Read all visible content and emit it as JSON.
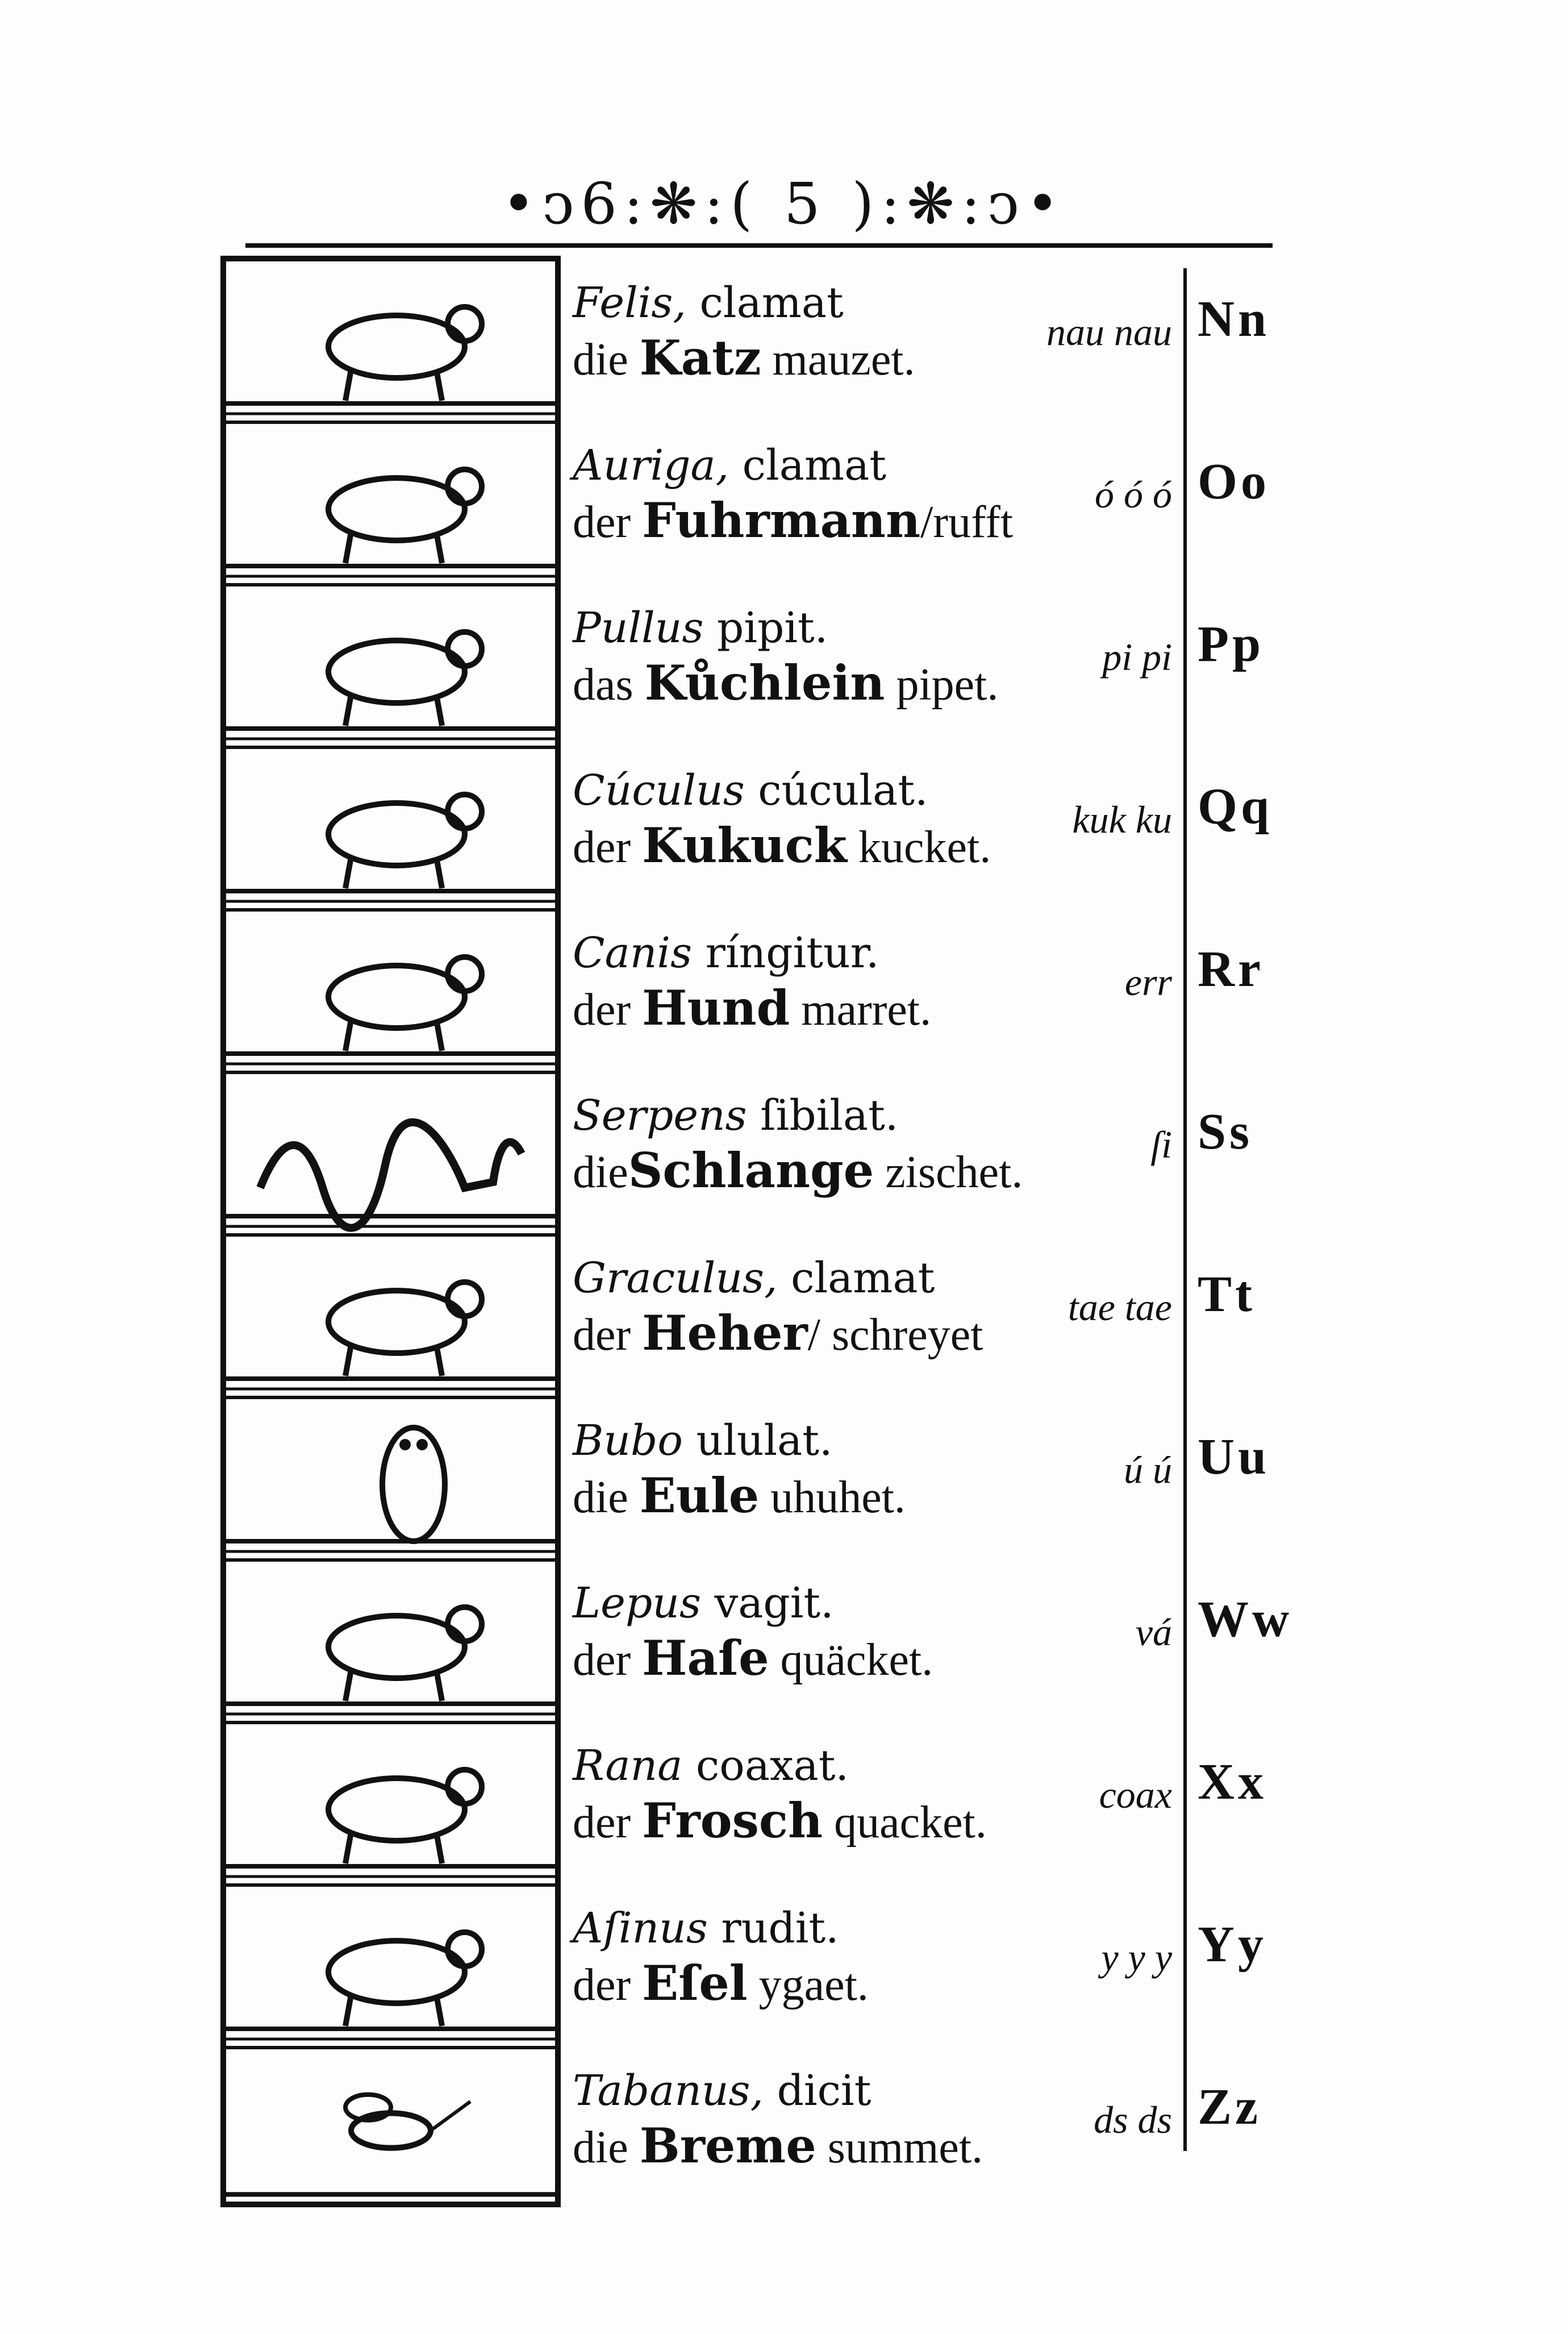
{
  "header": {
    "page_number": "( 5 )",
    "ornament_left": "•ↄ6:❋:",
    "ornament_right": ":❋:ↄ•"
  },
  "rows": [
    {
      "animal": "cat",
      "latin_name": "Felis,",
      "latin_verb": " clamat",
      "article": "die ",
      "noun": "Katz",
      "verb": " mauzet.",
      "sound": "nau nau",
      "letter": "Nn"
    },
    {
      "animal": "carter",
      "latin_name": "Auriga,",
      "latin_verb": " clamat",
      "article": "der ",
      "noun": "Fuhrmann",
      "verb": "/rufft",
      "sound": "ó ó ó",
      "letter": "Oo"
    },
    {
      "animal": "chick",
      "latin_name": "Pullus",
      "latin_verb": " pipit.",
      "article": "das ",
      "noun": "Kůchlein",
      "verb": " pipet.",
      "sound": "pi pi",
      "letter": "Pp"
    },
    {
      "animal": "cuckoo",
      "latin_name": "Cúculus",
      "latin_verb": " cúculat.",
      "article": "der ",
      "noun": "Kukuck",
      "verb": " kucket.",
      "sound": "kuk ku",
      "letter": "Qq"
    },
    {
      "animal": "dog",
      "latin_name": "Canis",
      "latin_verb": " ríngitur.",
      "article": "der ",
      "noun": "Hund",
      "verb": " marret.",
      "sound": "err",
      "letter": "Rr"
    },
    {
      "animal": "serpent",
      "latin_name": "Serpens",
      "latin_verb": " ſibilat.",
      "article": "die",
      "noun": "Schlange",
      "verb": " zischet.",
      "sound": "ſi",
      "letter": "Ss"
    },
    {
      "animal": "jay",
      "latin_name": "Graculus,",
      "latin_verb": " clamat",
      "article": "der ",
      "noun": "Heher",
      "verb": "/ schreyet",
      "sound": "tae tae",
      "letter": "Tt"
    },
    {
      "animal": "owl",
      "latin_name": "Bubo",
      "latin_verb": " ululat.",
      "article": "die ",
      "noun": "Eule",
      "verb": " uhuhet.",
      "sound": "ú ú",
      "letter": "Uu"
    },
    {
      "animal": "hare",
      "latin_name": "Lepus",
      "latin_verb": " vagit.",
      "article": "der ",
      "noun": "Haſe",
      "verb": " quäcket.",
      "sound": "vá",
      "letter": "Ww"
    },
    {
      "animal": "frog",
      "latin_name": "Rana",
      "latin_verb": " coaxat.",
      "article": "der ",
      "noun": "Frosch",
      "verb": " quacket.",
      "sound": "coax",
      "letter": "Xx"
    },
    {
      "animal": "donkey",
      "latin_name": "Aſinus",
      "latin_verb": " rudit.",
      "article": "der ",
      "noun": "Eſel",
      "verb": " ygaet.",
      "sound": "y y y",
      "letter": "Yy"
    },
    {
      "animal": "gadfly",
      "latin_name": "Tabanus,",
      "latin_verb": " dicit",
      "article": "die ",
      "noun": "Breme",
      "verb": " summet.",
      "sound": "ds ds",
      "letter": "Zz"
    }
  ]
}
